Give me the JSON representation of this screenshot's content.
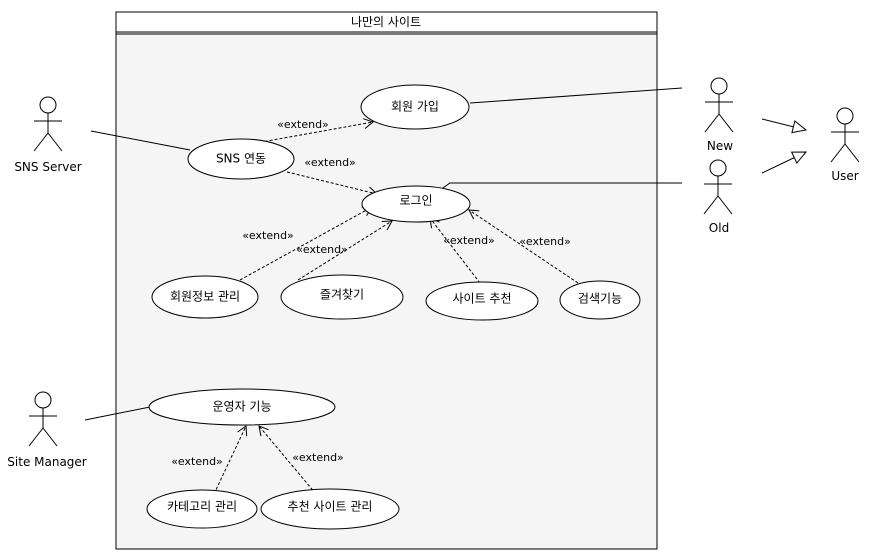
{
  "system": {
    "title": "나만의 사이트"
  },
  "actors": {
    "sns_server": "SNS Server",
    "site_manager": "Site Manager",
    "new_user": "New",
    "old_user": "Old",
    "user": "User"
  },
  "use_cases": {
    "signup": "회원 가입",
    "sns": "SNS 연동",
    "login": "로그인",
    "member_info": "회원정보 관리",
    "favorites": "즐겨찾기",
    "recommend": "사이트 추천",
    "search": "검색기능",
    "operator": "운영자 기능",
    "category": "카테고리 관리",
    "recommend_mgmt": "추천 사이트 관리"
  },
  "relations": {
    "extend": "«extend»"
  }
}
